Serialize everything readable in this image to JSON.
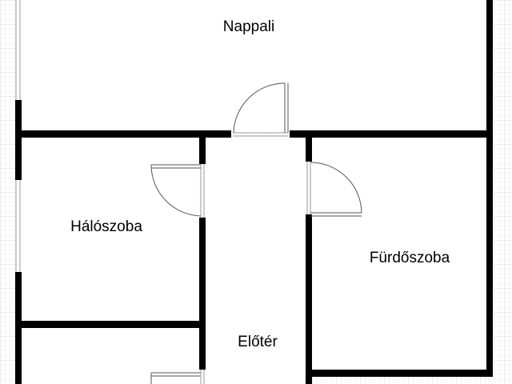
{
  "rooms": [
    {
      "id": "nappali",
      "label": "Nappali"
    },
    {
      "id": "haloszoba",
      "label": "Hálószoba"
    },
    {
      "id": "furdoszoba",
      "label": "Fürdőszoba"
    },
    {
      "id": "eloter",
      "label": "Előtér"
    }
  ],
  "colors": {
    "wall": "#000000",
    "grid_major": "#d9d9d9",
    "grid_minor": "#ececec",
    "background": "#ffffff",
    "door_leaf": "#555555",
    "window": "#9a9a9a"
  }
}
